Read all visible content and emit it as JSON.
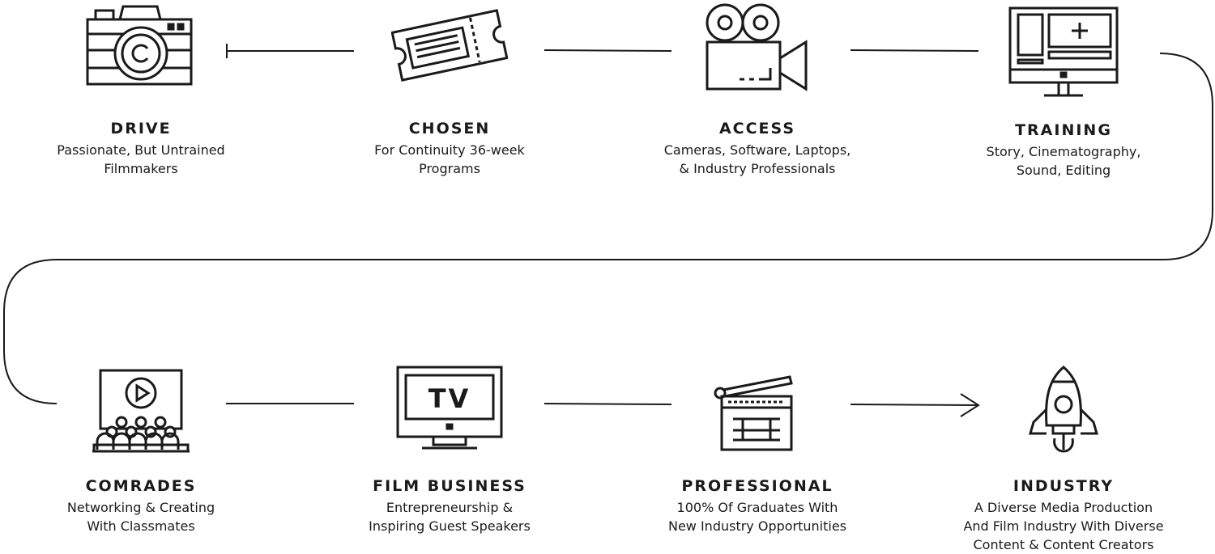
{
  "steps": [
    {
      "title": "DRIVE",
      "desc1": "Passionate, But Untrained",
      "desc2": "Filmmakers",
      "desc3": ""
    },
    {
      "title": "CHOSEN",
      "desc1": "For Continuity 36-week",
      "desc2": "Programs",
      "desc3": ""
    },
    {
      "title": "ACCESS",
      "desc1": "Cameras, Software, Laptops,",
      "desc2": "& Industry Professionals",
      "desc3": ""
    },
    {
      "title": "TRAINING",
      "desc1": "Story, Cinematography,",
      "desc2": "Sound, Editing",
      "desc3": ""
    },
    {
      "title": "COMRADES",
      "desc1": "Networking & Creating",
      "desc2": "With Classmates",
      "desc3": ""
    },
    {
      "title": "FILM BUSINESS",
      "desc1": "Entrepreneurship &",
      "desc2": "Inspiring Guest Speakers",
      "desc3": ""
    },
    {
      "title": "PROFESSIONAL",
      "desc1": "100% Of Graduates With",
      "desc2": "New Industry Opportunities",
      "desc3": ""
    },
    {
      "title": "INDUSTRY",
      "desc1": "A Diverse Media Production",
      "desc2": "And Film Industry With Diverse",
      "desc3": "Content & Content Creators"
    }
  ],
  "icons": {
    "tv_text": "TV"
  }
}
